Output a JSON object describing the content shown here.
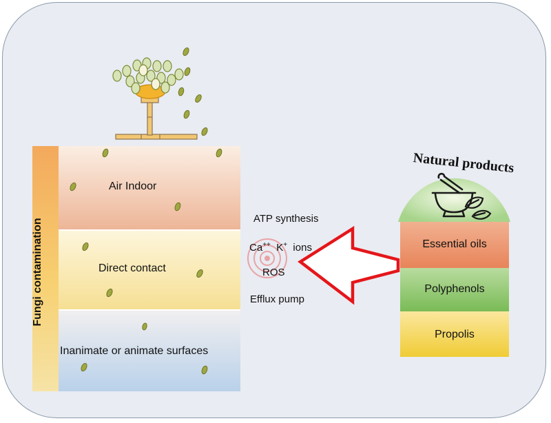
{
  "left_panel": {
    "vertical_label": "Fungi contamination",
    "zones": [
      "Air Indoor",
      "Direct contact",
      "Inanimate or animate surfaces"
    ]
  },
  "mechanisms": {
    "atp": "ATP synthesis",
    "ions": {
      "ca": "Ca",
      "ca_sup": "++",
      "k": "K",
      "k_sup": "+",
      "suffix": "ions"
    },
    "ros": "ROS",
    "efflux": "Efflux pump"
  },
  "natural_products": {
    "title": "Natural products",
    "items": [
      "Essential oils",
      "Polyphenols",
      "Propolis"
    ]
  },
  "icons": [
    "fungus-icon",
    "target-icon",
    "arrow-icon",
    "mortar-pestle-icon",
    "leaf-icon"
  ],
  "colors": {
    "arrow_outline": "#e4161b",
    "essential_oils": "#e8895a",
    "polyphenols": "#7fbf5c",
    "propolis": "#f0cf3a",
    "spore": "#9aa541"
  }
}
